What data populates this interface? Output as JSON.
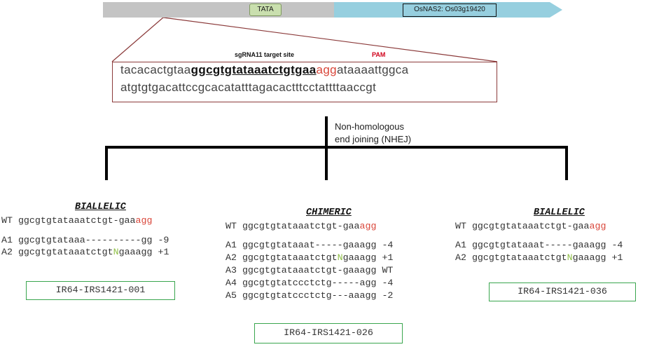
{
  "gene_map": {
    "promoter_label": "TATA",
    "gene_label": "OsNAS2: Os03g19420"
  },
  "target": {
    "target_label": "sgRNA11 target site",
    "pam_label": "PAM",
    "top_prefix": "tacacactgtaa",
    "top_target": "ggcgtgtataaatctgtgaa",
    "top_pam": "agg",
    "top_suffix": "ataaaattggca",
    "bottom_strand": "atgtgtgacattccgcacatatttagacactttcctattttaaccgt"
  },
  "repair": {
    "line1": "Non-homologous",
    "line2": "end joining (NHEJ)"
  },
  "panels": [
    {
      "category": "BIALLELIC",
      "wt": {
        "label": "WT",
        "seq": "ggcgtgtataaatctgt-gaa",
        "pam": "agg"
      },
      "alleles": [
        {
          "label": "A1",
          "pre": "ggcgtgtataaa----------gg",
          "ins": "",
          "post": "",
          "change": "-9"
        },
        {
          "label": "A2",
          "pre": "ggcgtgtataaatctgt",
          "ins": "N",
          "post": "gaaagg",
          "change": "+1"
        }
      ],
      "clone_id": "IR64-IRS1421-001"
    },
    {
      "category": "CHIMERIC",
      "wt": {
        "label": "WT",
        "seq": "ggcgtgtataaatctgt-gaa",
        "pam": "agg"
      },
      "alleles": [
        {
          "label": "A1",
          "pre": "ggcgtgtataaat-----gaaagg",
          "ins": "",
          "post": "",
          "change": "-4"
        },
        {
          "label": "A2",
          "pre": "ggcgtgtataaatctgt",
          "ins": "N",
          "post": "gaaagg",
          "change": "+1"
        },
        {
          "label": "A3",
          "pre": "ggcgtgtataaatctgt-gaaagg",
          "ins": "",
          "post": "",
          "change": "WT"
        },
        {
          "label": "A4",
          "pre": "ggcgtgtatccctctg-----agg",
          "ins": "",
          "post": "",
          "change": "-4"
        },
        {
          "label": "A5",
          "pre": "ggcgtgtatccctctg---aaagg",
          "ins": "",
          "post": "",
          "change": "-2"
        }
      ],
      "clone_id": "IR64-IRS1421-026"
    },
    {
      "category": "BIALLELIC",
      "wt": {
        "label": "WT",
        "seq": "ggcgtgtataaatctgt-gaa",
        "pam": "agg"
      },
      "alleles": [
        {
          "label": "A1",
          "pre": "ggcgtgtataaat-----gaaagg",
          "ins": "",
          "post": "",
          "change": "-4"
        },
        {
          "label": "A2",
          "pre": "ggcgtgtataaatctgt",
          "ins": "N",
          "post": "gaaagg",
          "change": "+1"
        }
      ],
      "clone_id": "IR64-IRS1421-036"
    }
  ]
}
